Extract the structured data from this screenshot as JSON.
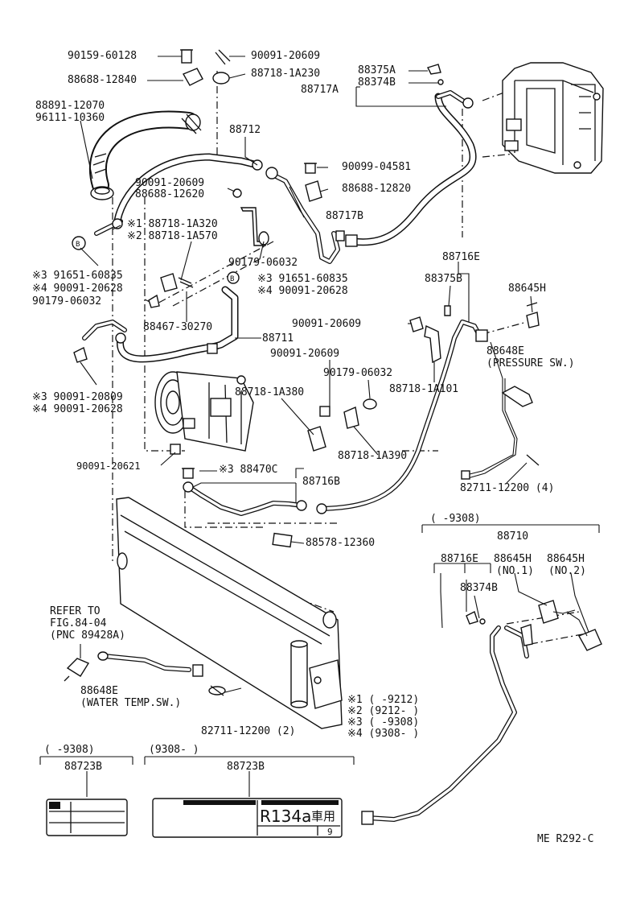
{
  "labels": {
    "p90159_60128": "90159-60128",
    "p90091_20609_a": "90091-20609",
    "p88688_12840": "88688-12840",
    "p88718_1A230": "88718-1A230",
    "p88375A": "88375A",
    "p88374B_top": "88374B",
    "p88717A": "88717A",
    "p88891_12070": "88891-12070",
    "p96111_10360": "96111-10360",
    "p88712": "88712",
    "p90099_04581": "90099-04581",
    "p90091_20609_b": "90091-20609",
    "p88688_12620": "88688-12620",
    "p88688_12820": "88688-12820",
    "p88718_1A320": "※1  88718-1A320",
    "p88718_1A570": "※2  88718-1A570",
    "p88717B": "88717B",
    "p90179_06032_a": "90179-06032",
    "p91651_60835_a": "※3  91651-60835",
    "p90091_20628_a": "※4  90091-20628",
    "p90179_06032_b": "90179-06032",
    "p91651_60835_b": "※3  91651-60835",
    "p90091_20628_b": "※4  90091-20628",
    "p88716E_top": "88716E",
    "p88375B": "88375B",
    "p88645H_top": "88645H",
    "p88467_30270": "88467-30270",
    "p88711": "88711",
    "p90091_20609_c": "90091-20609",
    "p90091_20609_d": "90091-20609",
    "p88648E_top": "88648E",
    "pressure_sw": "(PRESSURE SW.)",
    "p90179_06032_c": "90179-06032",
    "p88718_1A101": "88718-1A101",
    "p90091_20809": "※3  90091-20809",
    "p90091_20628_c": "※4  90091-20628",
    "p88718_1A380": "88718-1A380",
    "p88718_1A390": "88718-1A390",
    "p90091_20621": "90091-20621",
    "p88470C": "※3  88470C",
    "p88716B": "88716B",
    "p82711_12200_4": "82711-12200 (4)",
    "bracket_9308": "(      -9308)",
    "p88710": "88710",
    "p88578_12360": "88578-12360",
    "p88716E_b": "88716E",
    "p88645H_b1": "88645H",
    "p88645H_b2": "88645H",
    "no1": "(NO.1)",
    "no2": "(NO.2)",
    "p88374B_b": "88374B",
    "refer_to": "REFER TO",
    "fig": "FIG.84-04",
    "pnc": "(PNC 89428A)",
    "p88648E_b": "88648E",
    "water_temp": "(WATER TEMP.SW.)",
    "p82711_12200_2": "82711-12200 (2)",
    "note1": "※1  (      -9212)",
    "note2": "※2  (9212-      )",
    "note3": "※3  (      -9308)",
    "note4": "※4  (9308-      )",
    "box1_range": "(      -9308)",
    "box1_part": "88723B",
    "box2_range": "(9308-      )",
    "box2_part": "88723B",
    "label_r134a": "R134a",
    "label_kanji": "車用",
    "label_num": "9",
    "page_code": "ME  R292-C"
  }
}
